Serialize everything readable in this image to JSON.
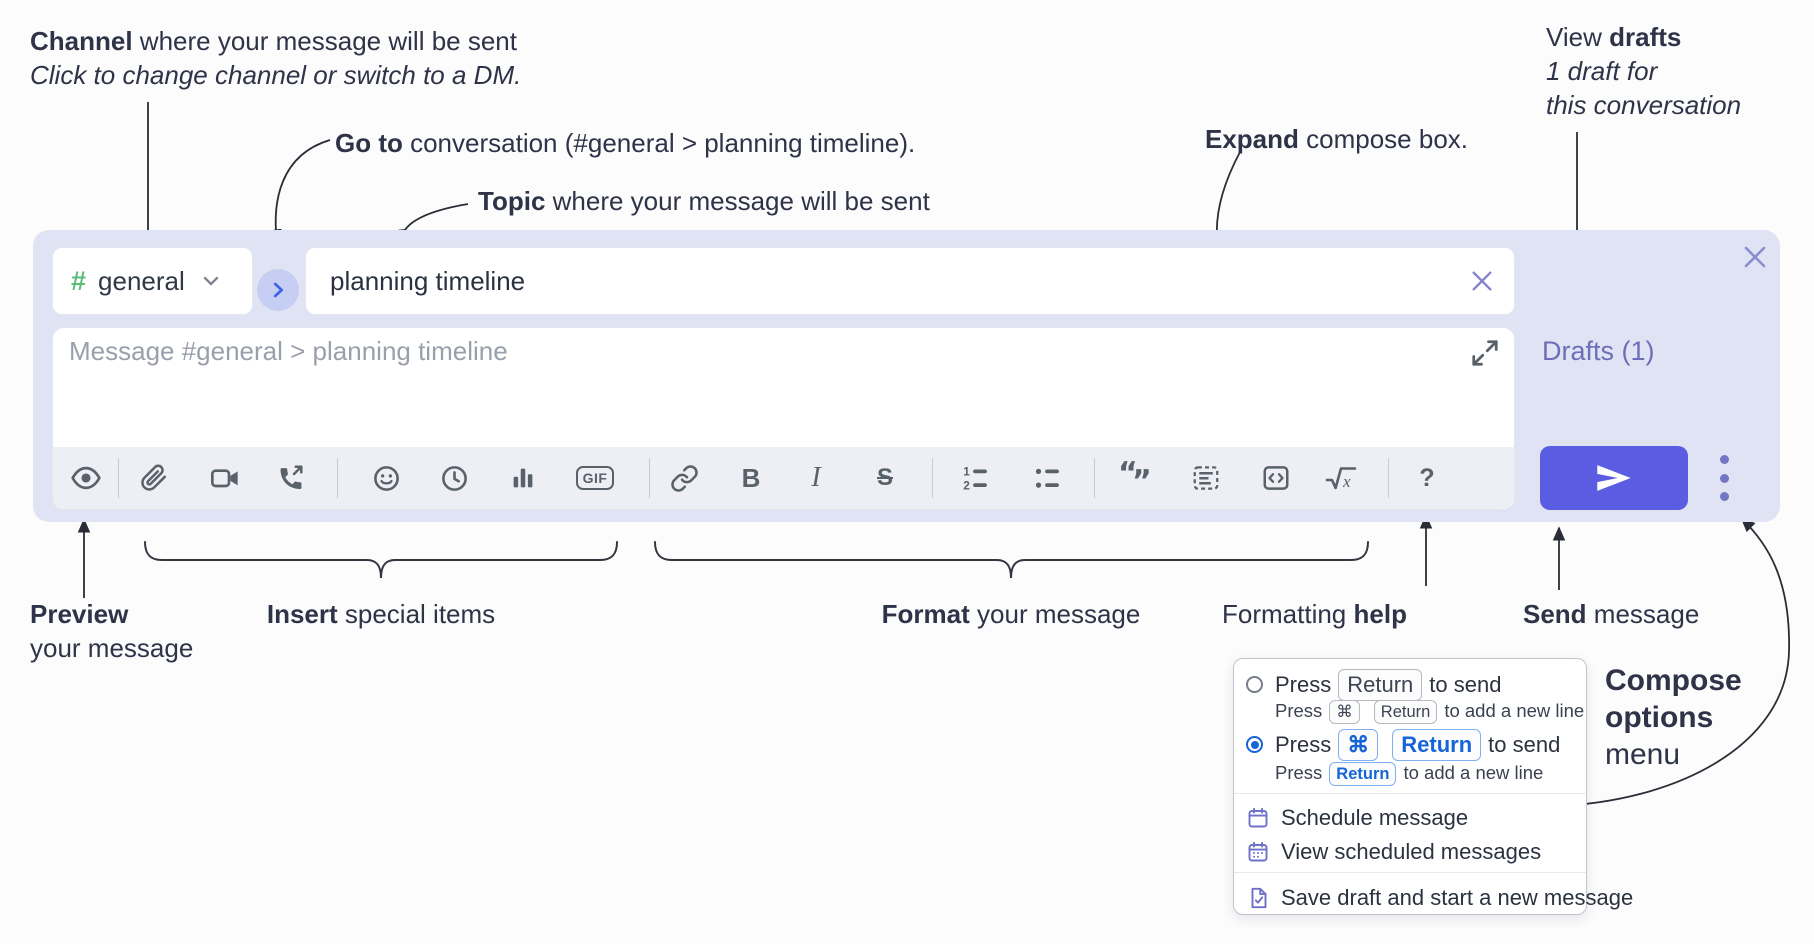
{
  "annotations": {
    "channel": {
      "bold": "Channel",
      "rest": " where your message will be sent",
      "sub": "Click to change channel or switch to a DM."
    },
    "goto": {
      "bold": "Go to",
      "rest": " conversation (#general > planning timeline)."
    },
    "topic": {
      "bold": "Topic",
      "rest": " where your message will be sent"
    },
    "expand": {
      "bold": "Expand",
      "rest": " compose box."
    },
    "view_drafts": {
      "pre": "View ",
      "bold": "drafts",
      "line2": "1 draft for",
      "line3": "this conversation"
    },
    "preview": {
      "bold": "Preview",
      "line2": "your message"
    },
    "insert": {
      "bold": "Insert",
      "rest": " special items"
    },
    "format": {
      "bold": "Format",
      "rest": " your message"
    },
    "help": {
      "pre": "Formatting ",
      "bold": "help"
    },
    "send": {
      "bold": "Send",
      "rest": " message"
    },
    "compose_options": {
      "line1": "Compose",
      "line2": "options",
      "line3": "menu"
    }
  },
  "composer": {
    "channel": {
      "hash": "#",
      "name": "general"
    },
    "topic": {
      "value": "planning timeline"
    },
    "message": {
      "placeholder": "Message #general > planning timeline"
    },
    "drafts_link": "Drafts (1)",
    "toolbar": {
      "glyphs": {
        "bold": "B",
        "italic": "I",
        "strike": "S",
        "gif": "GIF",
        "help": "?",
        "sqrt_x": "x"
      },
      "icons": [
        "preview-eye",
        "attach-paperclip",
        "video-clip",
        "audio-call",
        "emoji",
        "recent-clock",
        "poll-chart",
        "gif",
        "link",
        "bold",
        "italic",
        "strikethrough",
        "ordered-list",
        "bullet-list",
        "blockquote",
        "code-block",
        "inline-code",
        "formula",
        "formatting-help"
      ]
    },
    "colors": {
      "accent": "#5a5ce1",
      "panel": "#e0e3f3",
      "drafts_link": "#6c6fb7",
      "channel_green": "#5abe7a",
      "key_blue": "#1565d8"
    }
  },
  "options_menu": {
    "radio_top": {
      "pre": "Press",
      "key": "Return",
      "post": "to send",
      "sub_pre": "Press",
      "sub_key1": "⌘",
      "sub_key2": "Return",
      "sub_post": "to add a new line"
    },
    "radio_bottom": {
      "pre": "Press",
      "key1": "⌘",
      "key2": "Return",
      "post": "to send",
      "sub_pre": "Press",
      "sub_key": "Return",
      "sub_post": "to add a new line"
    },
    "items": {
      "schedule": "Schedule message",
      "view_scheduled": "View scheduled messages",
      "save_draft": "Save draft and start a new message"
    }
  }
}
